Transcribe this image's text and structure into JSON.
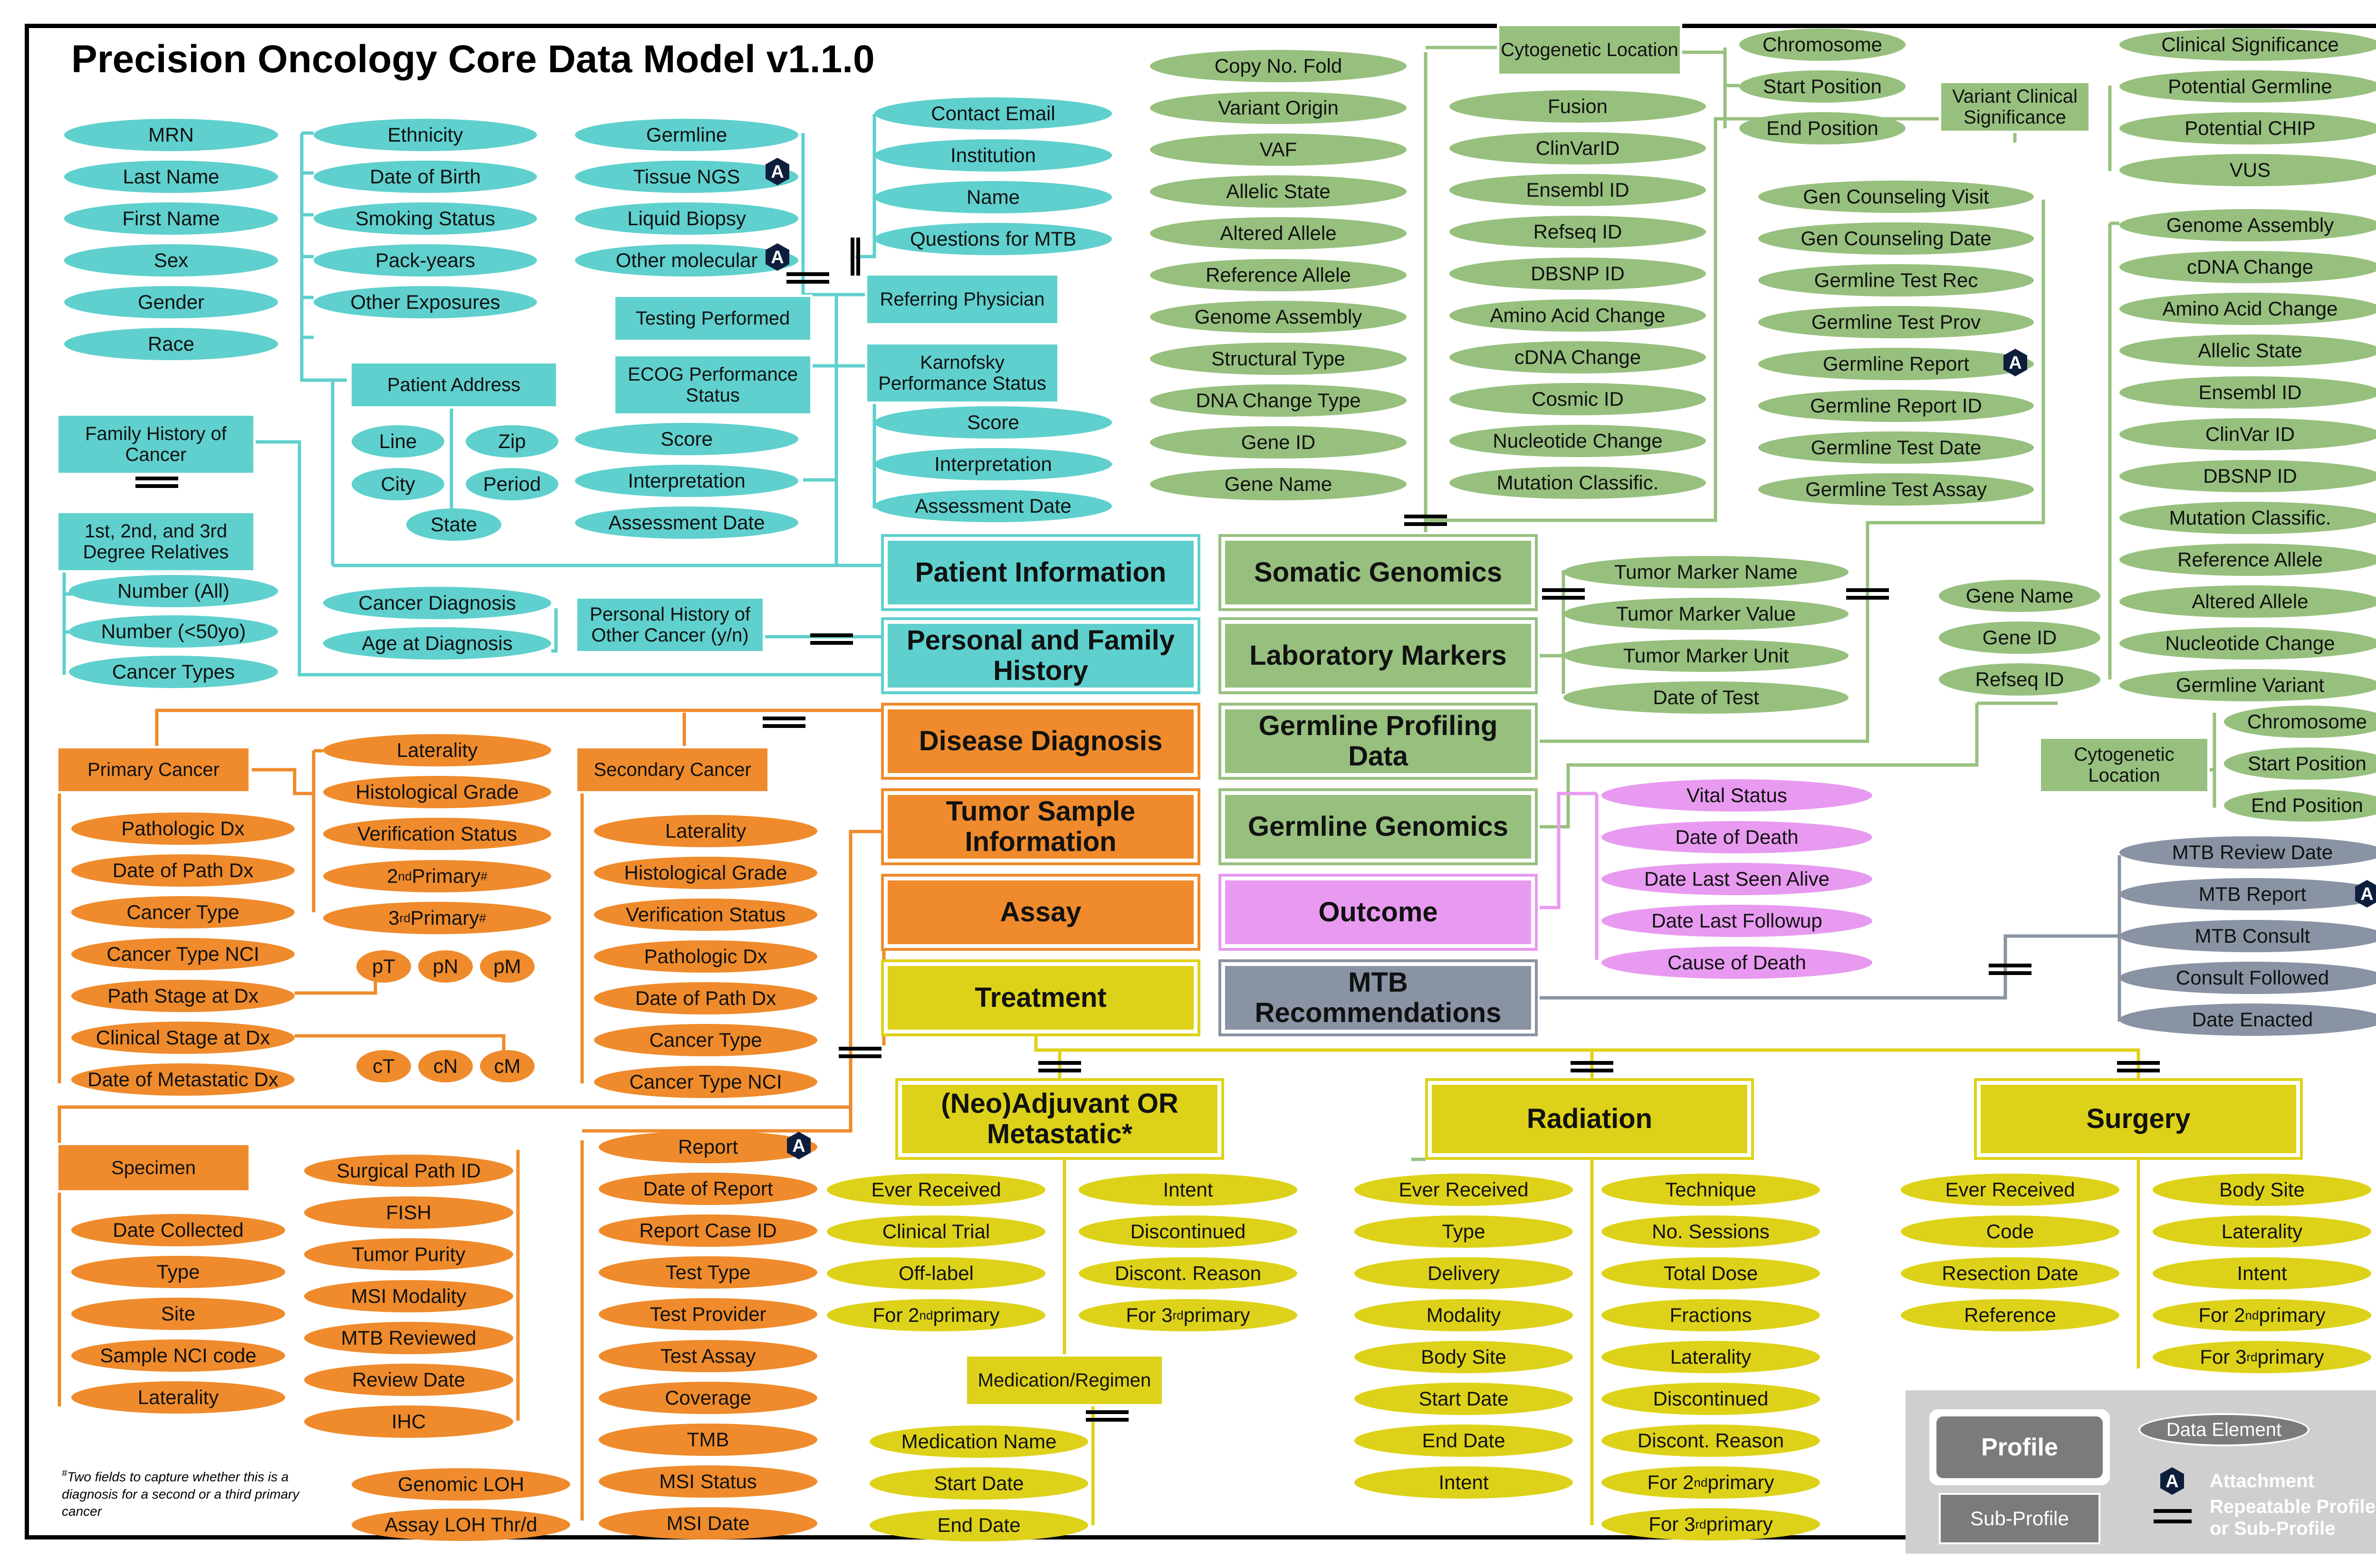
{
  "title": "Precision Oncology Core Data Model v1.1.0",
  "colors": {
    "teal": "#5fd0cd",
    "green": "#97c07e",
    "orange": "#ef8b2c",
    "yellow": "#ddd219",
    "pink": "#e89af0",
    "gray": "#8993a3"
  },
  "profiles": {
    "patient_information": "Patient Information",
    "personal_family_history": "Personal and Family History",
    "disease_diagnosis": "Disease Diagnosis",
    "tumor_sample_information": "Tumor Sample Information",
    "assay": "Assay",
    "treatment": "Treatment",
    "somatic_genomics": "Somatic Genomics",
    "laboratory_markers": "Laboratory Markers",
    "germline_profiling_data": "Germline Profiling Data",
    "germline_genomics": "Germline Genomics",
    "outcome": "Outcome",
    "mtb_recommendations": "MTB Recommendations",
    "neoadjuvant_metastatic": "(Neo)Adjuvant OR Metastatic*",
    "radiation": "Radiation",
    "surgery": "Surgery"
  },
  "sub_profiles": {
    "patient_address": "Patient Address",
    "testing_performed": "Testing Performed",
    "ecog_performance_status": "ECOG Performance Status",
    "referring_physician": "Referring Physician",
    "karnofsky_performance_status": "Karnofsky Performance Status",
    "family_history_of_cancer": "Family History of Cancer",
    "degree_relatives": "1st, 2nd, and 3rd Degree Relatives",
    "personal_history_other_cancer": "Personal History of Other Cancer (y/n)",
    "primary_cancer": "Primary Cancer",
    "secondary_cancer": "Secondary Cancer",
    "specimen": "Specimen",
    "cytogenetic_location_somatic": "Cytogenetic Location",
    "variant_clinical_significance": "Variant Clinical Significance",
    "cytogenetic_location_germline": "Cytogenetic Location",
    "medication_regimen": "Medication/Regimen"
  },
  "elements": {
    "patient_ids": [
      "MRN",
      "Last Name",
      "First Name",
      "Sex",
      "Gender",
      "Race"
    ],
    "patient_demo": [
      "Ethnicity",
      "Date of Birth",
      "Smoking Status",
      "Pack-years",
      "Other Exposures"
    ],
    "address": [
      "Line",
      "Zip",
      "City",
      "Period",
      "State"
    ],
    "testing": [
      "Germline",
      "Tissue NGS",
      "Liquid Biopsy",
      "Other molecular"
    ],
    "ecog": [
      "Score",
      "Interpretation",
      "Assessment Date"
    ],
    "physician": [
      "Contact Email",
      "Institution",
      "Name",
      "Questions for MTB"
    ],
    "karnofsky": [
      "Score",
      "Interpretation",
      "Assessment Date"
    ],
    "relatives": [
      "Number (All)",
      "Number (<50yo)",
      "Cancer Types"
    ],
    "personal_hist": [
      "Cancer Diagnosis",
      "Age at Diagnosis"
    ],
    "primary_right": [
      "Laterality",
      "Histological Grade",
      "Verification Status"
    ],
    "primary_extra": {
      "p2_pre": "2",
      "p2_sup": "nd",
      "p2_post": " Primary",
      "p2_mark": "#",
      "p3_pre": "3",
      "p3_sup": "rd",
      "p3_post": " Primary",
      "p3_mark": "#"
    },
    "primary_left": [
      "Pathologic Dx",
      "Date of Path Dx",
      "Cancer Type",
      "Cancer Type NCI",
      "Path Stage at Dx",
      "Clinical Stage at Dx",
      "Date of Metastatic Dx"
    ],
    "path_stage": [
      "pT",
      "pN",
      "pM"
    ],
    "clin_stage": [
      "cT",
      "cN",
      "cM"
    ],
    "secondary": [
      "Laterality",
      "Histological Grade",
      "Verification Status",
      "Pathologic Dx",
      "Date of Path Dx",
      "Cancer Type",
      "Cancer Type NCI"
    ],
    "specimen": [
      "Date Collected",
      "Type",
      "Site",
      "Sample NCI code",
      "Laterality"
    ],
    "tumor_sample": [
      "Surgical Path ID",
      "FISH",
      "Tumor Purity",
      "MSI Modality",
      "MTB Reviewed",
      "Review Date",
      "IHC"
    ],
    "tumor_loh": [
      "Genomic LOH",
      "Assay LOH Thr/d"
    ],
    "assay": [
      "Report",
      "Date of Report",
      "Report Case ID",
      "Test Type",
      "Test Provider",
      "Test Assay",
      "Coverage",
      "TMB",
      "MSI Status",
      "MSI Date"
    ],
    "somatic_left": [
      "Copy No. Fold",
      "Variant Origin",
      "VAF",
      "Allelic State",
      "Altered Allele",
      "Reference Allele",
      "Genome Assembly",
      "Structural Type",
      "DNA Change Type",
      "Gene ID",
      "Gene Name"
    ],
    "somatic_right": [
      "Fusion",
      "ClinVarID",
      "Ensembl ID",
      "Refseq ID",
      "DBSNP ID",
      "Amino Acid Change",
      "cDNA Change",
      "Cosmic ID",
      "Nucleotide Change",
      "Mutation Classific."
    ],
    "cyto_somatic": [
      "Chromosome",
      "Start Position",
      "End Position"
    ],
    "variant_sig": [
      "Clinical Significance",
      "Potential Germline",
      "Potential CHIP",
      "VUS"
    ],
    "germline_profiling": [
      "Gen Counseling Visit",
      "Gen Counseling Date",
      "Germline Test Rec",
      "Germline Test Prov",
      "Germline Report",
      "Germline Report ID",
      "Germline Test Date",
      "Germline Test Assay"
    ],
    "germline_right": [
      "Genome Assembly",
      "cDNA Change",
      "Amino Acid Change",
      "Allelic State",
      "Ensembl ID",
      "ClinVar ID",
      "DBSNP ID",
      "Mutation Classific.",
      "Reference Allele",
      "Altered Allele",
      "Nucleotide Change",
      "Germline Variant"
    ],
    "germline_gene": [
      "Gene Name",
      "Gene ID",
      "Refseq ID"
    ],
    "cyto_germline": [
      "Chromosome",
      "Start Position",
      "End Position"
    ],
    "lab_markers": [
      "Tumor Marker Name",
      "Tumor Marker Value",
      "Tumor Marker Unit",
      "Date of Test"
    ],
    "outcome": [
      "Vital Status",
      "Date of Death",
      "Date Last Seen Alive",
      "Date Last Followup",
      "Cause of Death"
    ],
    "mtb": [
      "MTB Review Date",
      "MTB Report",
      "MTB Consult",
      "Consult Followed",
      "Date Enacted"
    ],
    "neo_left": [
      "Ever Received",
      "Clinical Trial",
      "Off-label"
    ],
    "neo_right": [
      "Intent",
      "Discontinued",
      "Discont. Reason"
    ],
    "neo_ord": {
      "l_pre": "For 2",
      "l_sup": "nd",
      "l_post": " primary",
      "r_pre": "For 3",
      "r_sup": "rd",
      "r_post": " primary"
    },
    "medication": [
      "Medication Name",
      "Start Date",
      "End Date"
    ],
    "rad_left": [
      "Ever Received",
      "Type",
      "Delivery",
      "Modality",
      "Body Site",
      "Start Date",
      "End Date",
      "Intent"
    ],
    "rad_right": [
      "Technique",
      "No. Sessions",
      "Total Dose",
      "Fractions",
      "Laterality",
      "Discontinued",
      "Discont. Reason"
    ],
    "rad_ord": {
      "a_pre": "For 2",
      "a_sup": "nd",
      "a_post": " primary",
      "b_pre": "For 3",
      "b_sup": "rd",
      "b_post": " primary"
    },
    "surg_left": [
      "Ever Received",
      "Code",
      "Resection Date",
      "Reference"
    ],
    "surg_right": [
      "Body Site",
      "Laterality",
      "Intent"
    ],
    "surg_ord": {
      "a_pre": "For 2",
      "a_sup": "nd",
      "a_post": " primary",
      "b_pre": "For 3",
      "b_sup": "rd",
      "b_post": " primary"
    }
  },
  "attachment_glyph": "A",
  "footnote": {
    "mark": "#",
    "text": "Two fields to capture whether this is a diagnosis for a second or a third primary cancer"
  },
  "legend": {
    "profile": "Profile",
    "sub_profile": "Sub-Profile",
    "data_element": "Data Element",
    "attachment": "Attachment",
    "repeatable": "Repeatable Profile or Sub-Profile"
  }
}
